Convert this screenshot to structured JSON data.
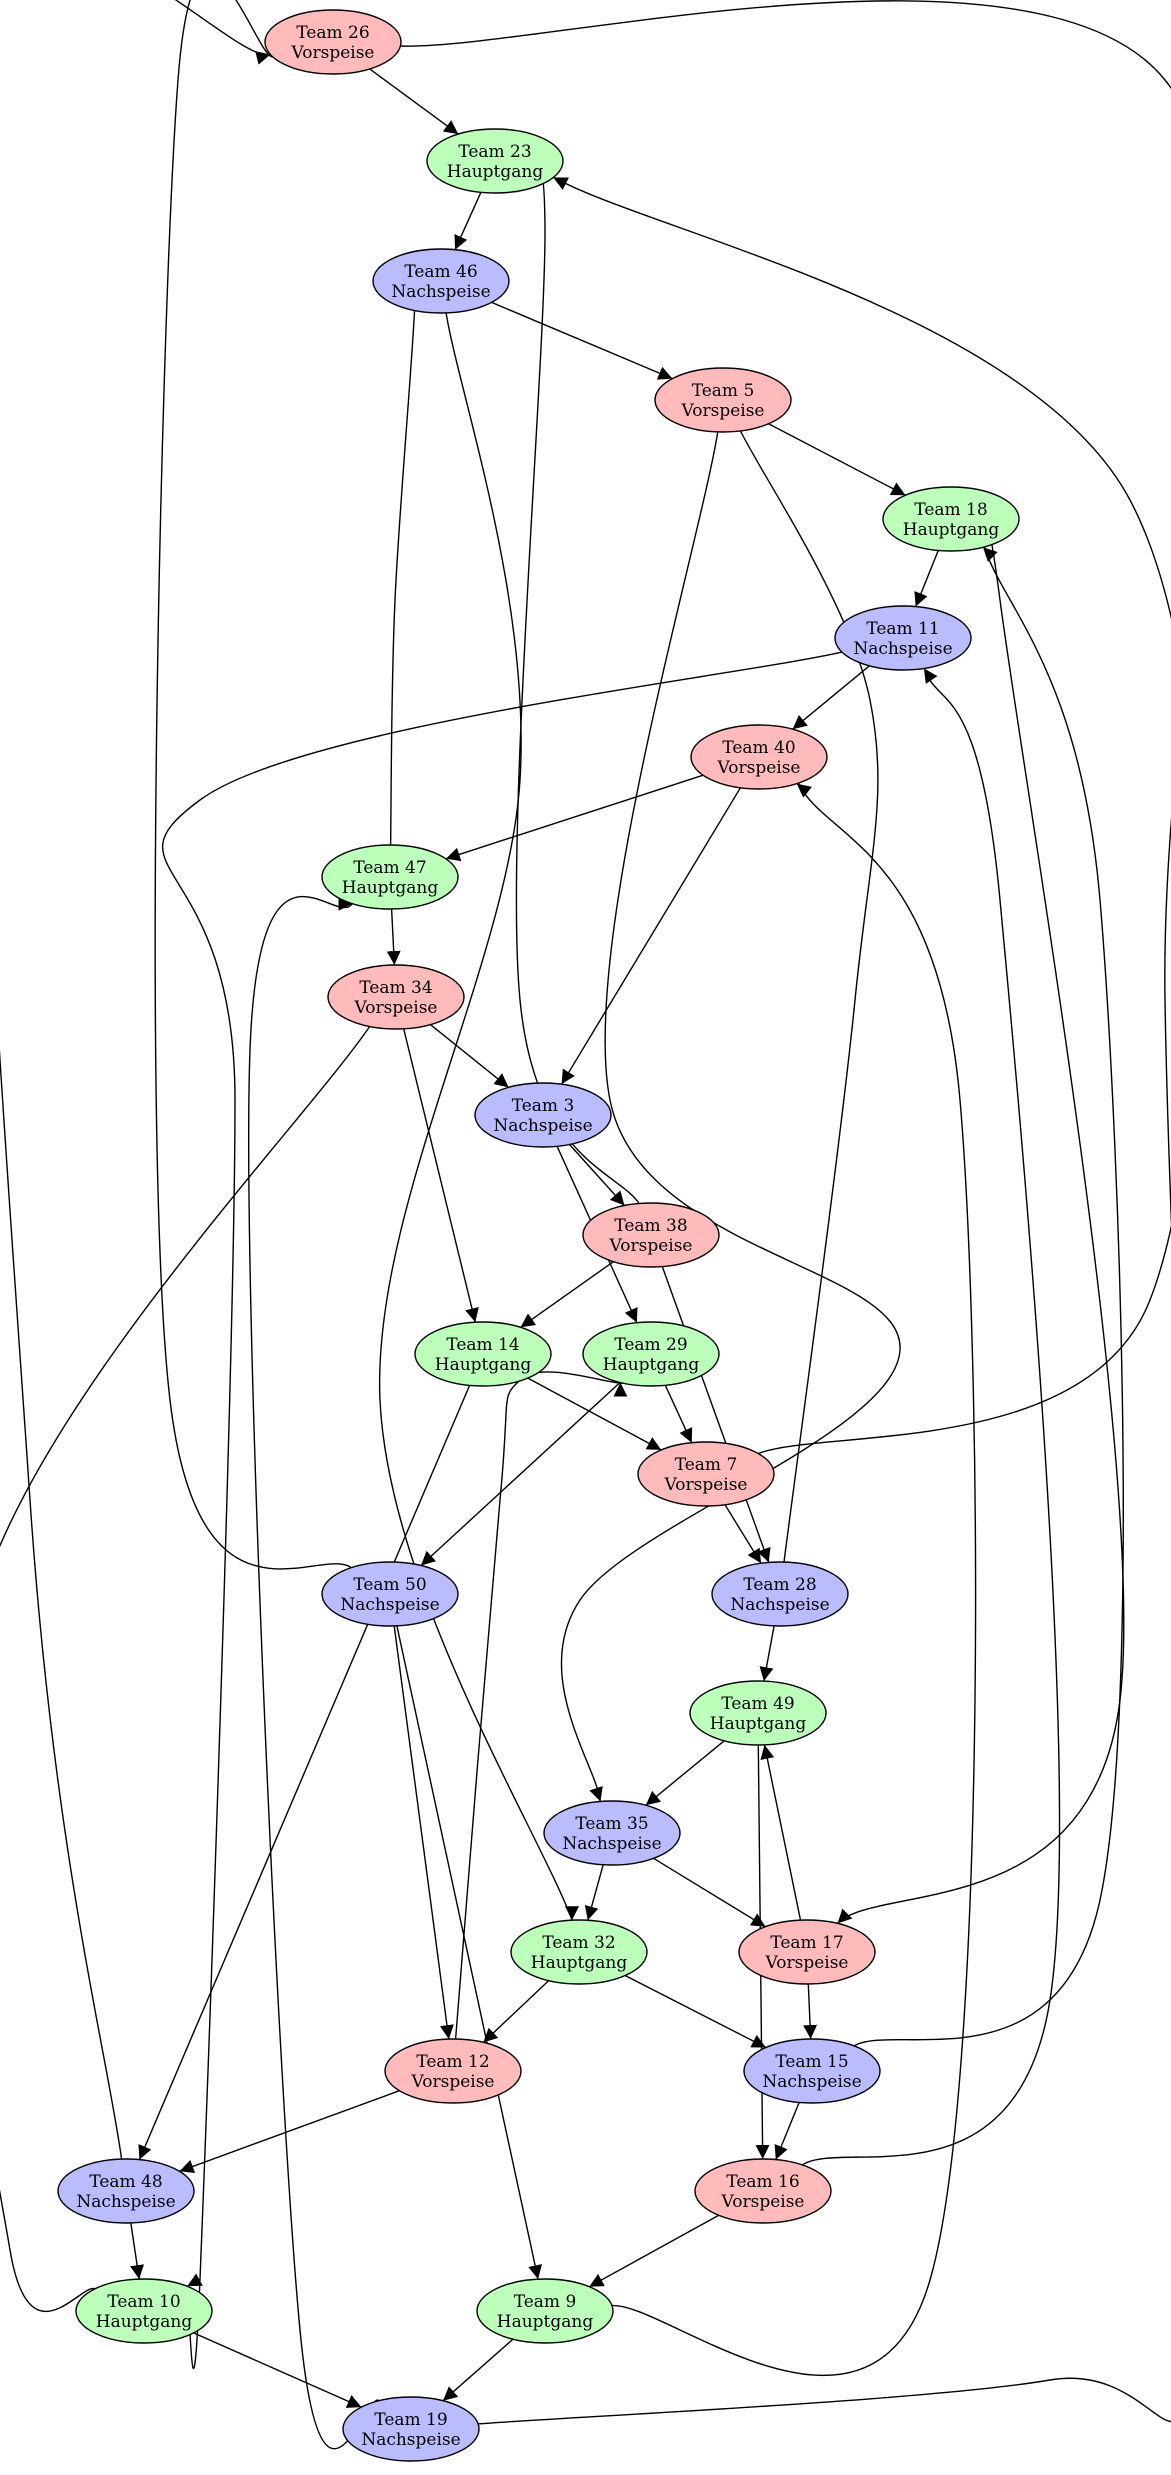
{
  "colors": {
    "Vorspeise": "#ffbbbb",
    "Hauptgang": "#bbffbb",
    "Nachspeise": "#bbbbff",
    "stroke": "#000000"
  },
  "nodes": [
    {
      "id": "26",
      "title": "Team 26",
      "course": "Vorspeise"
    },
    {
      "id": "23",
      "title": "Team 23",
      "course": "Hauptgang"
    },
    {
      "id": "46",
      "title": "Team 46",
      "course": "Nachspeise"
    },
    {
      "id": "5",
      "title": "Team 5",
      "course": "Vorspeise"
    },
    {
      "id": "18",
      "title": "Team 18",
      "course": "Hauptgang"
    },
    {
      "id": "11",
      "title": "Team 11",
      "course": "Nachspeise"
    },
    {
      "id": "40",
      "title": "Team 40",
      "course": "Vorspeise"
    },
    {
      "id": "47",
      "title": "Team 47",
      "course": "Hauptgang"
    },
    {
      "id": "34",
      "title": "Team 34",
      "course": "Vorspeise"
    },
    {
      "id": "3",
      "title": "Team 3",
      "course": "Nachspeise"
    },
    {
      "id": "38",
      "title": "Team 38",
      "course": "Vorspeise"
    },
    {
      "id": "14",
      "title": "Team 14",
      "course": "Hauptgang"
    },
    {
      "id": "29",
      "title": "Team 29",
      "course": "Hauptgang"
    },
    {
      "id": "7",
      "title": "Team 7",
      "course": "Vorspeise"
    },
    {
      "id": "50",
      "title": "Team 50",
      "course": "Nachspeise"
    },
    {
      "id": "28",
      "title": "Team 28",
      "course": "Nachspeise"
    },
    {
      "id": "49",
      "title": "Team 49",
      "course": "Hauptgang"
    },
    {
      "id": "35",
      "title": "Team 35",
      "course": "Nachspeise"
    },
    {
      "id": "32",
      "title": "Team 32",
      "course": "Hauptgang"
    },
    {
      "id": "17",
      "title": "Team 17",
      "course": "Vorspeise"
    },
    {
      "id": "12",
      "title": "Team 12",
      "course": "Vorspeise"
    },
    {
      "id": "15",
      "title": "Team 15",
      "course": "Nachspeise"
    },
    {
      "id": "48",
      "title": "Team 48",
      "course": "Nachspeise"
    },
    {
      "id": "16",
      "title": "Team 16",
      "course": "Vorspeise"
    },
    {
      "id": "10",
      "title": "Team 10",
      "course": "Hauptgang"
    },
    {
      "id": "9",
      "title": "Team 9",
      "course": "Hauptgang"
    },
    {
      "id": "19",
      "title": "Team 19",
      "course": "Nachspeise"
    }
  ],
  "edges": [
    {
      "from": "26",
      "to": "23"
    },
    {
      "from": "26",
      "to": "50"
    },
    {
      "from": "23",
      "to": "46"
    },
    {
      "from": "23",
      "to": "38"
    },
    {
      "from": "46",
      "to": "5"
    },
    {
      "from": "46",
      "to": "32"
    },
    {
      "from": "5",
      "to": "18"
    },
    {
      "from": "5",
      "to": "35"
    },
    {
      "from": "18",
      "to": "11"
    },
    {
      "from": "18",
      "to": "17"
    },
    {
      "from": "11",
      "to": "40"
    },
    {
      "from": "11",
      "to": "10"
    },
    {
      "from": "40",
      "to": "47"
    },
    {
      "from": "40",
      "to": "3"
    },
    {
      "from": "47",
      "to": "34"
    },
    {
      "from": "47",
      "to": "46"
    },
    {
      "from": "34",
      "to": "3"
    },
    {
      "from": "34",
      "to": "14"
    },
    {
      "from": "3",
      "to": "38"
    },
    {
      "from": "3",
      "to": "29"
    },
    {
      "from": "38",
      "to": "14"
    },
    {
      "from": "38",
      "to": "28"
    },
    {
      "from": "14",
      "to": "7"
    },
    {
      "from": "14",
      "to": "48"
    },
    {
      "from": "29",
      "to": "7"
    },
    {
      "from": "29",
      "to": "50"
    },
    {
      "from": "7",
      "to": "28"
    },
    {
      "from": "7",
      "to": "23"
    },
    {
      "from": "50",
      "to": "12"
    },
    {
      "from": "50",
      "to": "9"
    },
    {
      "from": "28",
      "to": "49"
    },
    {
      "from": "28",
      "to": "5"
    },
    {
      "from": "49",
      "to": "35"
    },
    {
      "from": "49",
      "to": "16"
    },
    {
      "from": "35",
      "to": "32"
    },
    {
      "from": "35",
      "to": "17"
    },
    {
      "from": "32",
      "to": "12"
    },
    {
      "from": "32",
      "to": "15"
    },
    {
      "from": "17",
      "to": "15"
    },
    {
      "from": "17",
      "to": "49"
    },
    {
      "from": "12",
      "to": "48"
    },
    {
      "from": "12",
      "to": "29"
    },
    {
      "from": "15",
      "to": "16"
    },
    {
      "from": "15",
      "to": "18"
    },
    {
      "from": "48",
      "to": "10"
    },
    {
      "from": "48",
      "to": "26"
    },
    {
      "from": "16",
      "to": "9"
    },
    {
      "from": "16",
      "to": "11"
    },
    {
      "from": "10",
      "to": "19"
    },
    {
      "from": "10",
      "to": "34"
    },
    {
      "from": "9",
      "to": "19"
    },
    {
      "from": "9",
      "to": "40"
    },
    {
      "from": "19",
      "to": "26"
    },
    {
      "from": "19",
      "to": "47"
    }
  ]
}
